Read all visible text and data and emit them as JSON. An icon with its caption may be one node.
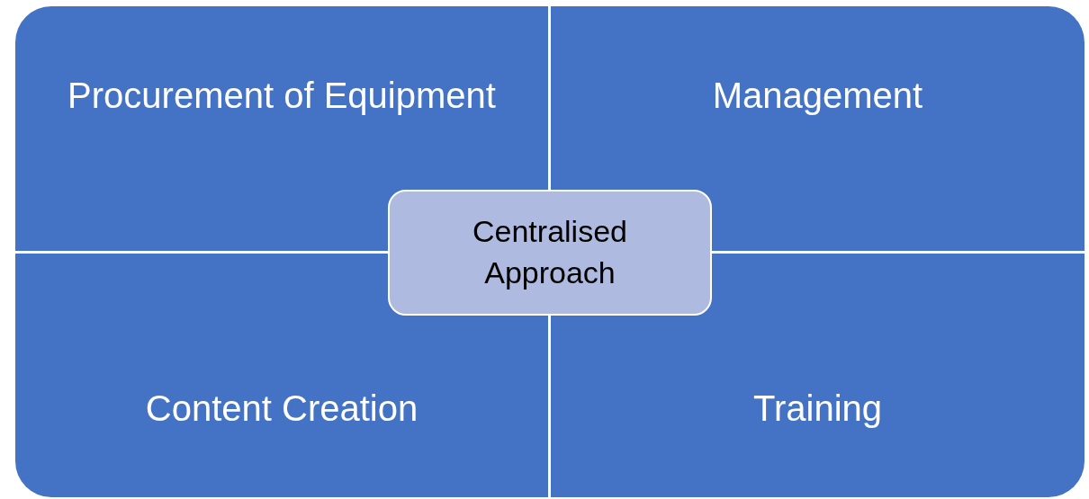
{
  "diagram": {
    "nodes": [
      {
        "text": [
          "Procurement of Equipment"
        ]
      },
      {
        "text": [
          "Management"
        ]
      },
      {
        "text": [
          "Content Creation"
        ]
      },
      {
        "text": [
          "Training"
        ]
      },
      {
        "text": [
          "Centralised Approach"
        ]
      }
    ]
  }
}
